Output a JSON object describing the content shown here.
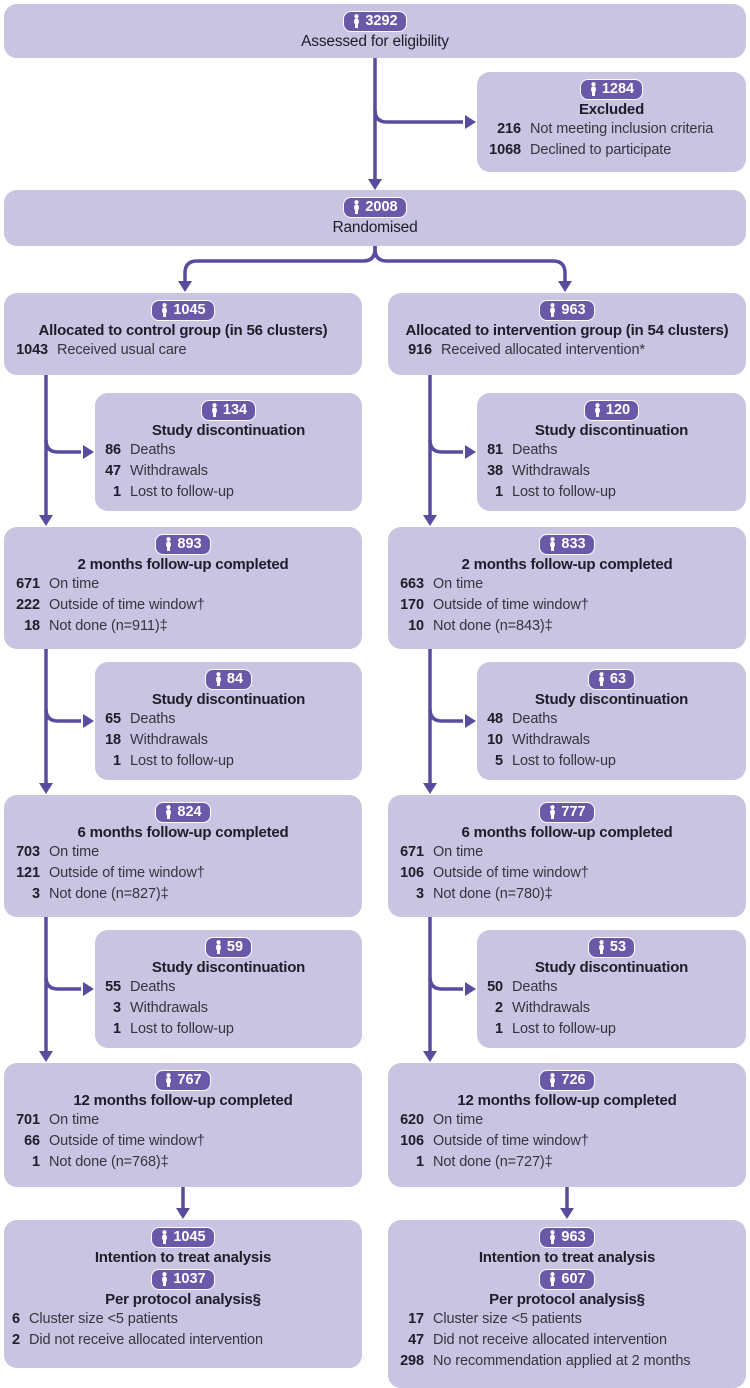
{
  "colors": {
    "box_bg": "#c9c4e1",
    "badge_bg": "#6a58a8",
    "arrow": "#5b4b9f",
    "text": "#35343f",
    "num": "#1e1d29",
    "title": "#1e1d29"
  },
  "boxes": {
    "assessed": {
      "count": "3292",
      "title": "Assessed for eligibility"
    },
    "excluded": {
      "count": "1284",
      "title": "Excluded",
      "items": [
        {
          "n": "216",
          "label": "Not meeting inclusion criteria"
        },
        {
          "n": "1068",
          "label": "Declined to participate"
        }
      ]
    },
    "randomised": {
      "count": "2008",
      "title": "Randomised"
    },
    "control": {
      "alloc": {
        "count": "1045",
        "title": "Allocated to control group (in 56 clusters)",
        "items": [
          {
            "n": "1043",
            "label": "Received usual care"
          }
        ]
      },
      "disc1": {
        "count": "134",
        "title": "Study discontinuation",
        "items": [
          {
            "n": "86",
            "label": "Deaths"
          },
          {
            "n": "47",
            "label": "Withdrawals"
          },
          {
            "n": "1",
            "label": "Lost to follow-up"
          }
        ]
      },
      "fu2": {
        "count": "893",
        "title": "2 months follow-up completed",
        "items": [
          {
            "n": "671",
            "label": "On time"
          },
          {
            "n": "222",
            "label": "Outside of time window†"
          },
          {
            "n": "18",
            "label": "Not done (n=911)‡"
          }
        ]
      },
      "disc2": {
        "count": "84",
        "title": "Study discontinuation",
        "items": [
          {
            "n": "65",
            "label": "Deaths"
          },
          {
            "n": "18",
            "label": "Withdrawals"
          },
          {
            "n": "1",
            "label": "Lost to follow-up"
          }
        ]
      },
      "fu6": {
        "count": "824",
        "title": "6 months follow-up completed",
        "items": [
          {
            "n": "703",
            "label": "On time"
          },
          {
            "n": "121",
            "label": "Outside of time window†"
          },
          {
            "n": "3",
            "label": "Not done (n=827)‡"
          }
        ]
      },
      "disc3": {
        "count": "59",
        "title": "Study discontinuation",
        "items": [
          {
            "n": "55",
            "label": "Deaths"
          },
          {
            "n": "3",
            "label": "Withdrawals"
          },
          {
            "n": "1",
            "label": "Lost to follow-up"
          }
        ]
      },
      "fu12": {
        "count": "767",
        "title": "12 months follow-up completed",
        "items": [
          {
            "n": "701",
            "label": "On time"
          },
          {
            "n": "66",
            "label": "Outside of time window†"
          },
          {
            "n": "1",
            "label": "Not done (n=768)‡"
          }
        ]
      },
      "analysis": {
        "itt_count": "1045",
        "itt_title": "Intention to treat analysis",
        "pp_count": "1037",
        "pp_title": "Per protocol analysis§",
        "items": [
          {
            "n": "6",
            "label": "Cluster size <5 patients"
          },
          {
            "n": "2",
            "label": "Did not receive allocated intervention"
          }
        ]
      }
    },
    "intervention": {
      "alloc": {
        "count": "963",
        "title": "Allocated to intervention group (in 54 clusters)",
        "items": [
          {
            "n": "916",
            "label": "Received allocated intervention*"
          }
        ]
      },
      "disc1": {
        "count": "120",
        "title": "Study discontinuation",
        "items": [
          {
            "n": "81",
            "label": "Deaths"
          },
          {
            "n": "38",
            "label": "Withdrawals"
          },
          {
            "n": "1",
            "label": "Lost to follow-up"
          }
        ]
      },
      "fu2": {
        "count": "833",
        "title": "2 months follow-up completed",
        "items": [
          {
            "n": "663",
            "label": "On time"
          },
          {
            "n": "170",
            "label": "Outside of time window†"
          },
          {
            "n": "10",
            "label": "Not done (n=843)‡"
          }
        ]
      },
      "disc2": {
        "count": "63",
        "title": "Study discontinuation",
        "items": [
          {
            "n": "48",
            "label": "Deaths"
          },
          {
            "n": "10",
            "label": "Withdrawals"
          },
          {
            "n": "5",
            "label": "Lost to follow-up"
          }
        ]
      },
      "fu6": {
        "count": "777",
        "title": "6 months follow-up completed",
        "items": [
          {
            "n": "671",
            "label": "On time"
          },
          {
            "n": "106",
            "label": "Outside of time window†"
          },
          {
            "n": "3",
            "label": "Not done (n=780)‡"
          }
        ]
      },
      "disc3": {
        "count": "53",
        "title": "Study discontinuation",
        "items": [
          {
            "n": "50",
            "label": "Deaths"
          },
          {
            "n": "2",
            "label": "Withdrawals"
          },
          {
            "n": "1",
            "label": "Lost to follow-up"
          }
        ]
      },
      "fu12": {
        "count": "726",
        "title": "12 months follow-up completed",
        "items": [
          {
            "n": "620",
            "label": "On time"
          },
          {
            "n": "106",
            "label": "Outside of time window†"
          },
          {
            "n": "1",
            "label": "Not done (n=727)‡"
          }
        ]
      },
      "analysis": {
        "itt_count": "963",
        "itt_title": "Intention to treat analysis",
        "pp_count": "607",
        "pp_title": "Per protocol analysis§",
        "items": [
          {
            "n": "17",
            "label": "Cluster size <5 patients"
          },
          {
            "n": "47",
            "label": "Did not receive allocated intervention"
          },
          {
            "n": "298",
            "label": "No recommendation applied at 2 months"
          }
        ]
      }
    }
  }
}
